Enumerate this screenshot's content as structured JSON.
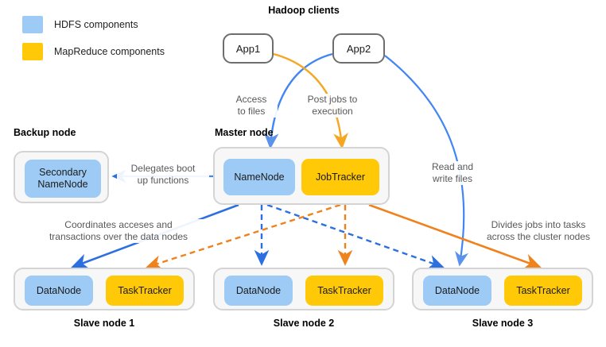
{
  "legend": {
    "items": [
      {
        "label": "HDFS components",
        "color": "#9ECBF5",
        "kind": "hdfs"
      },
      {
        "label": "MapReduce components",
        "color": "#FFC907",
        "kind": "mapreduce"
      }
    ]
  },
  "clients": {
    "title": "Hadoop clients",
    "apps": [
      {
        "label": "App1"
      },
      {
        "label": "App2"
      }
    ]
  },
  "groups": {
    "backup": {
      "label": "Backup node",
      "components": [
        {
          "label": "Secondary\nNameNode",
          "kind": "hdfs"
        }
      ]
    },
    "master": {
      "label": "Master node",
      "components": [
        {
          "label": "NameNode",
          "kind": "hdfs"
        },
        {
          "label": "JobTracker",
          "kind": "mapreduce"
        }
      ]
    },
    "slave1": {
      "label": "Slave node 1",
      "components": [
        {
          "label": "DataNode",
          "kind": "hdfs"
        },
        {
          "label": "TaskTracker",
          "kind": "mapreduce"
        }
      ]
    },
    "slave2": {
      "label": "Slave node 2",
      "components": [
        {
          "label": "DataNode",
          "kind": "hdfs"
        },
        {
          "label": "TaskTracker",
          "kind": "mapreduce"
        }
      ]
    },
    "slave3": {
      "label": "Slave node 3",
      "components": [
        {
          "label": "DataNode",
          "kind": "hdfs"
        },
        {
          "label": "TaskTracker",
          "kind": "mapreduce"
        }
      ]
    }
  },
  "edge_labels": {
    "access_to_files": "Access\nto files",
    "post_jobs": "Post jobs to\nexecution",
    "delegates": "Delegates boot\nup functions",
    "coordinates": "Coordinates acceses and\ntransactions over the data nodes",
    "read_write": "Read and\nwrite files",
    "divides_jobs": "Divides jobs into tasks\nacross the cluster nodes"
  },
  "colors": {
    "hdfs_blue": "#9ECBF5",
    "mapreduce_yellow": "#FFC907",
    "arrow_blue": "#2B6FE0",
    "arrow_light_blue": "#5B93EC",
    "arrow_orange": "#F0821E",
    "arrow_amber": "#F5A623",
    "panel_fill": "#f7f7f7",
    "panel_border": "#d4d4d4",
    "app_border": "#6e6e6e",
    "caption_text": "#58585a"
  }
}
